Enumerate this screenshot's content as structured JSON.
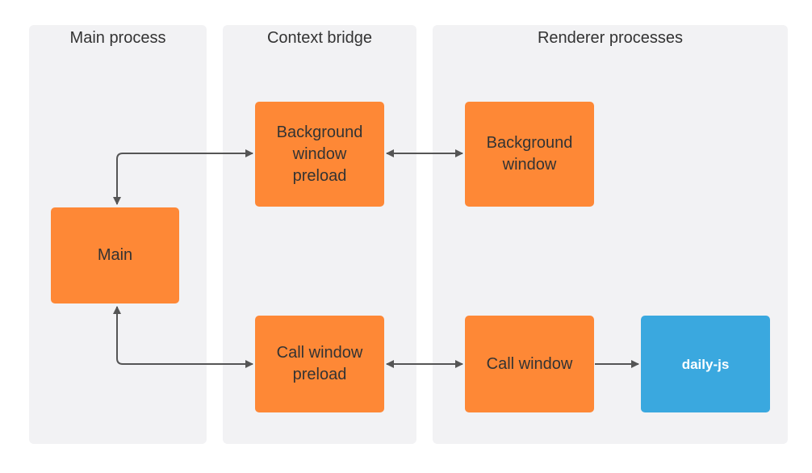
{
  "lanes": {
    "main": "Main process",
    "bridge": "Context bridge",
    "renderer": "Renderer processes"
  },
  "nodes": {
    "main": "Main",
    "bg_preload": "Background\nwindow\npreload",
    "call_preload": "Call window\npreload",
    "bg_window": "Background\nwindow",
    "call_window": "Call window",
    "daily": "daily-js"
  },
  "colors": {
    "lane_bg": "#f2f2f4",
    "node_orange": "#fe8836",
    "node_blue": "#3aa8df",
    "arrow": "#555555"
  }
}
